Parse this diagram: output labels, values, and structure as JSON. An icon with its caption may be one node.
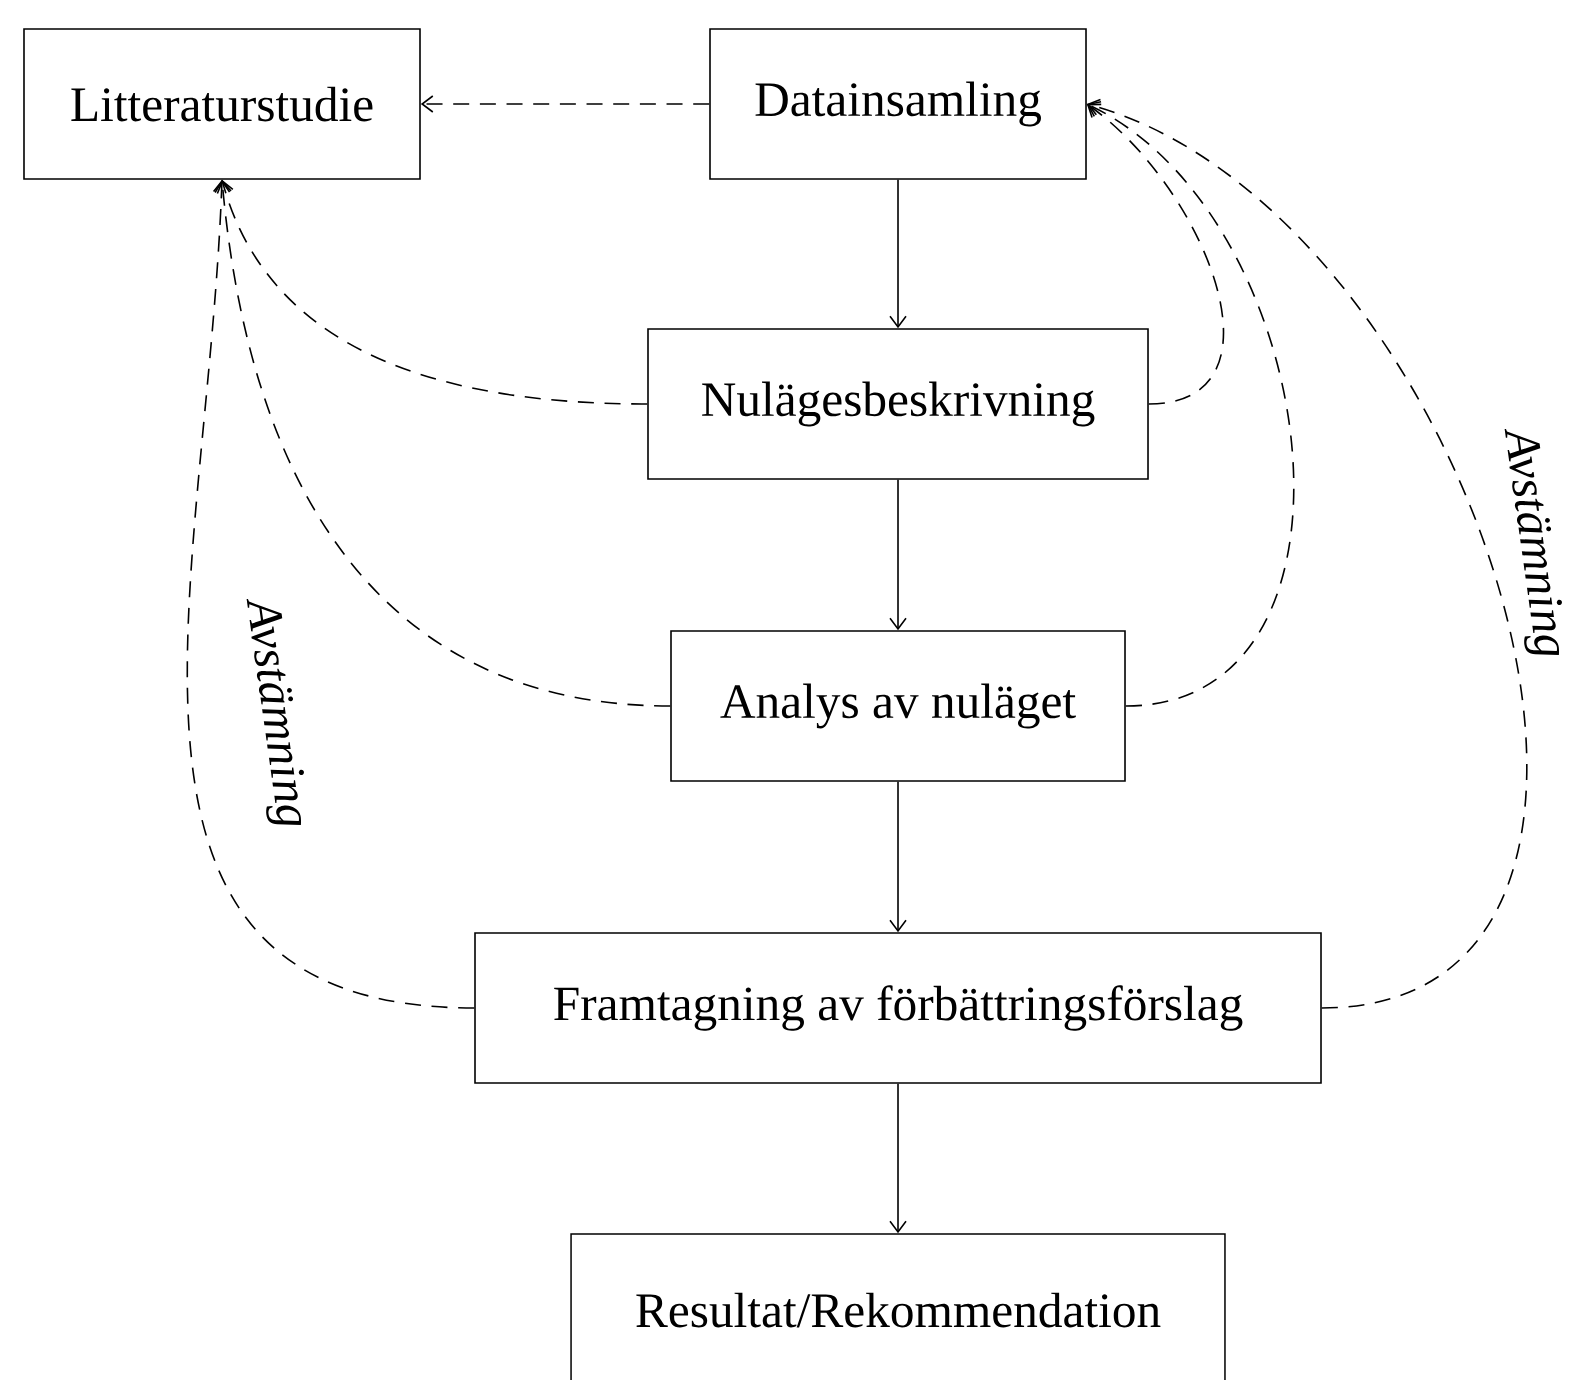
{
  "diagram": {
    "nodes": [
      {
        "text": [
          "Litteraturstudie"
        ]
      },
      {
        "text": [
          "Datainsamling"
        ]
      },
      {
        "text": [
          "Nulägesbeskrivning"
        ]
      },
      {
        "text": [
          "Analys av nuläget"
        ]
      },
      {
        "text": [
          "Framtagning av förbättringsförslag"
        ]
      },
      {
        "text": [
          "Resultat/Rekommendation"
        ]
      }
    ],
    "edges": [
      {
        "from": 1,
        "to": 0,
        "arrow": "to",
        "style": "dashed"
      },
      {
        "from": 1,
        "to": 2,
        "arrow": "to"
      },
      {
        "from": 2,
        "to": 3,
        "arrow": "to"
      },
      {
        "from": 3,
        "to": 4,
        "arrow": "to"
      },
      {
        "from": 4,
        "to": 5,
        "arrow": "to"
      },
      {
        "from": 2,
        "to": 0,
        "arrow": "to",
        "style": "dashed"
      },
      {
        "from": 3,
        "to": 0,
        "arrow": "to",
        "style": "dashed"
      },
      {
        "from": 4,
        "to": 0,
        "arrow": "to",
        "style": "dashed",
        "label": "Avstämning"
      },
      {
        "from": 2,
        "to": 1,
        "arrow": "to",
        "style": "dashed"
      },
      {
        "from": 3,
        "to": 1,
        "arrow": "to",
        "style": "dashed"
      },
      {
        "from": 4,
        "to": 1,
        "arrow": "to",
        "style": "dashed",
        "label": "Avstämning"
      }
    ]
  }
}
